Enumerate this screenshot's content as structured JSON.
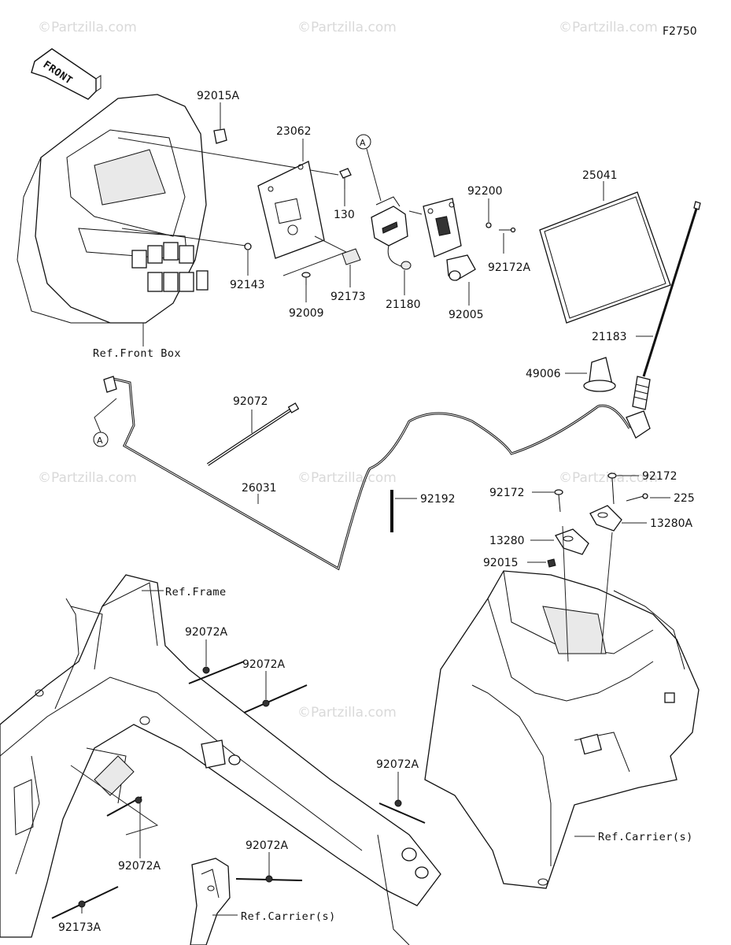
{
  "diagram_id": "F2750",
  "front_arrow_label": "FRONT",
  "watermark": "Partzilla.com",
  "callout_A": "A",
  "parts": {
    "p92015A_top": "92015A",
    "p23062": "23062",
    "p130": "130",
    "p92143": "92143",
    "p92009": "92009",
    "p92173": "92173",
    "p21180": "21180",
    "p92200": "92200",
    "p92172A": "92172A",
    "p92005": "92005",
    "p25041": "25041",
    "p21183": "21183",
    "p49006": "49006",
    "p92072": "92072",
    "p26031": "26031",
    "p92192": "92192",
    "p92172_left": "92172",
    "p92172_right": "92172",
    "p225": "225",
    "p13280": "13280",
    "p13280A": "13280A",
    "p92015": "92015",
    "p92072A_1": "92072A",
    "p92072A_2": "92072A",
    "p92072A_3": "92072A",
    "p92072A_4": "92072A",
    "p92072A_5": "92072A",
    "p92173A": "92173A"
  },
  "refs": {
    "front_box": "Ref.Front Box",
    "frame": "Ref.Frame",
    "carrier_right": "Ref.Carrier(s)",
    "carrier_bottom": "Ref.Carrier(s)"
  }
}
